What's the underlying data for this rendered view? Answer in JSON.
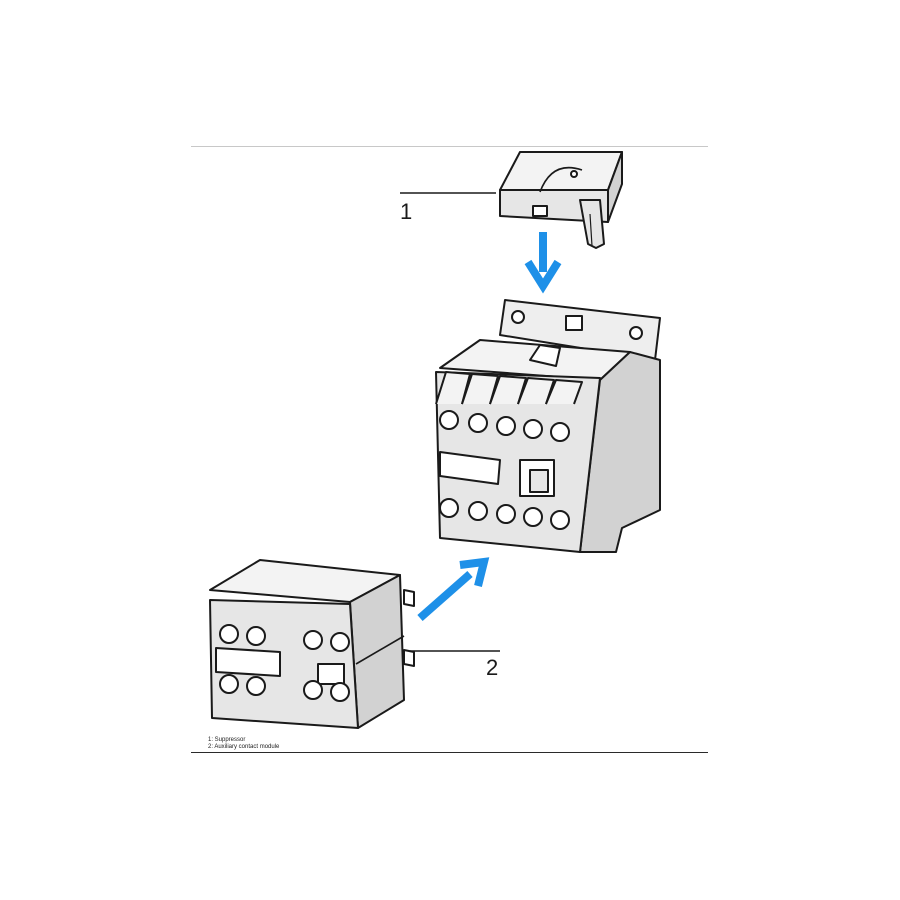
{
  "callouts": [
    {
      "number": "1"
    },
    {
      "number": "2"
    }
  ],
  "legend": {
    "items": [
      "1: Suppressor",
      "2: Auxiliary contact module"
    ]
  },
  "colors": {
    "arrow": "#1e90e8",
    "outline": "#1a1a1a",
    "body": "#e6e6e6",
    "body_shade": "#d2d2d2"
  }
}
